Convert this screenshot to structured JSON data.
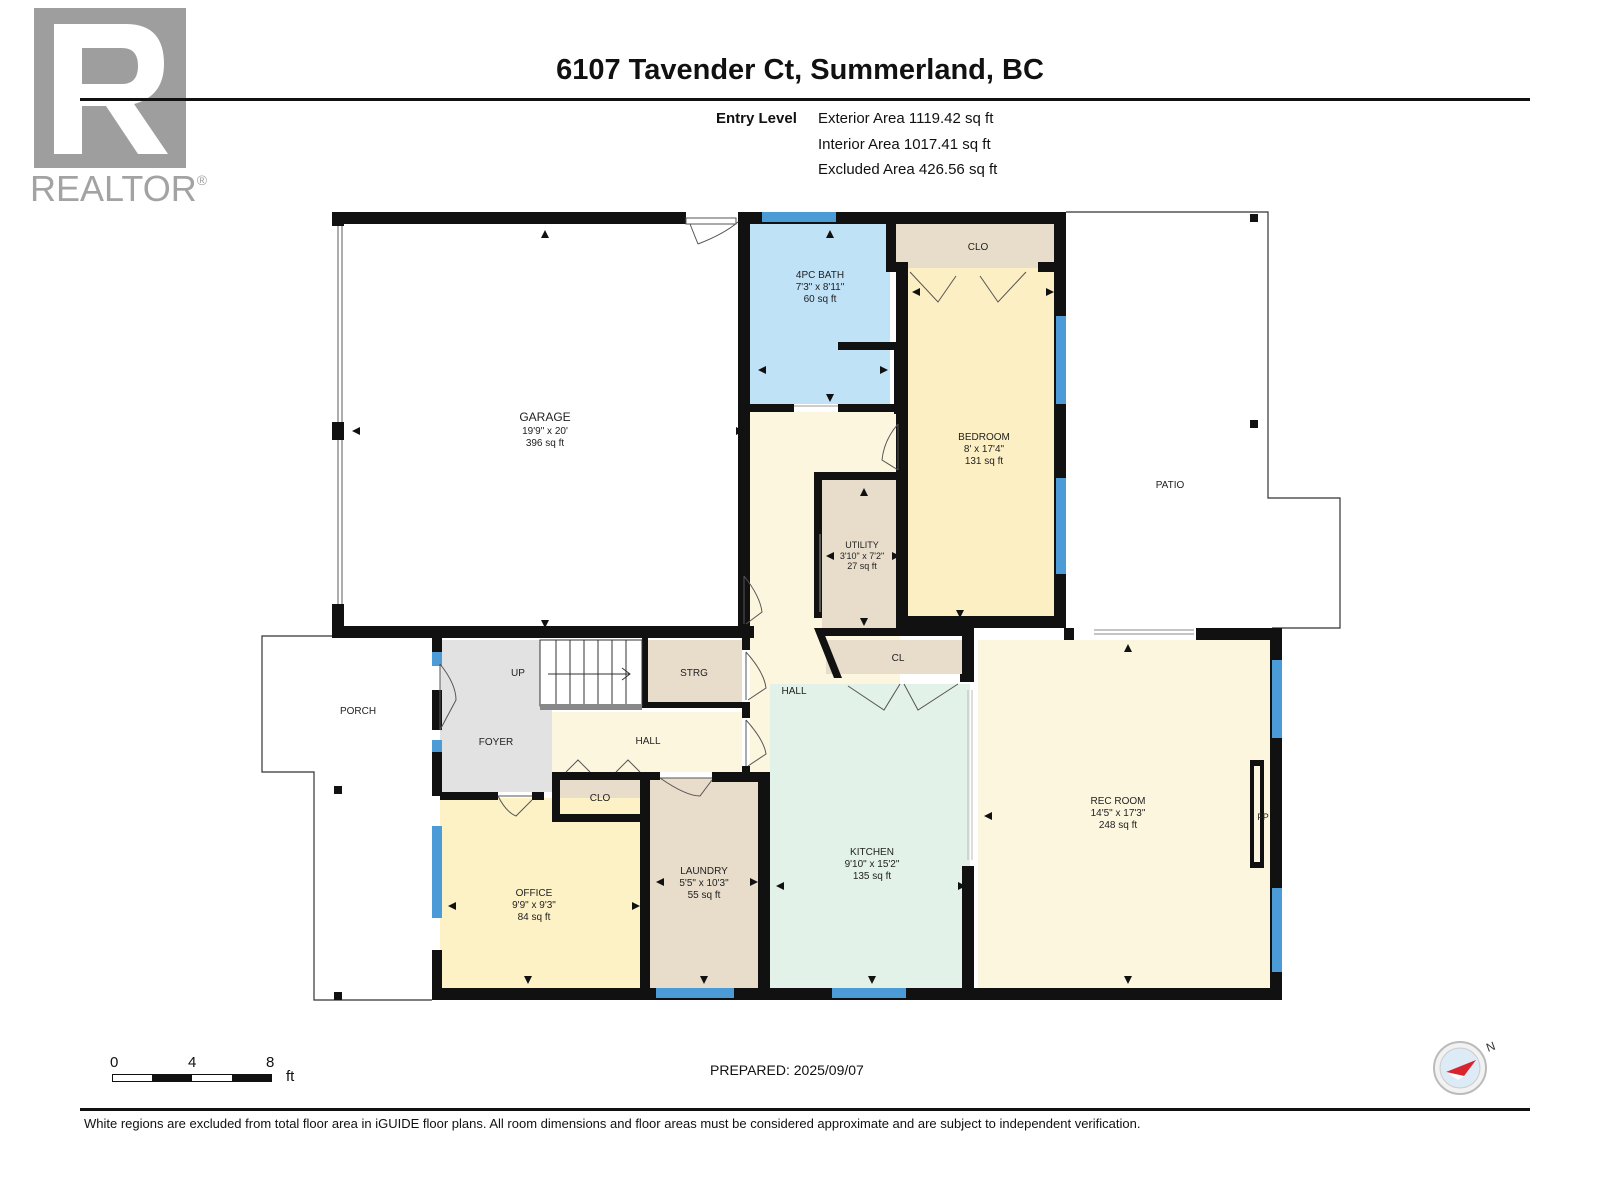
{
  "logo": {
    "text": "REALTOR",
    "mark": "®",
    "icon": "realtor-r-logo"
  },
  "title": "6107 Tavender Ct, Summerland, BC",
  "areas": {
    "level_label": "Entry Level",
    "exterior": "Exterior Area 1119.42 sq ft",
    "interior": "Interior Area 1017.41 sq ft",
    "excluded": "Excluded Area 426.56 sq ft"
  },
  "rooms": {
    "garage": {
      "name": "GARAGE",
      "dims": "19'9\" x 20'",
      "area": "396 sq ft"
    },
    "bath": {
      "name": "4PC BATH",
      "dims": "7'3\" x 8'11\"",
      "area": "60 sq ft"
    },
    "clo_top": {
      "name": "CLO"
    },
    "bedroom": {
      "name": "BEDROOM",
      "dims": "8' x 17'4\"",
      "area": "131 sq ft"
    },
    "patio": {
      "name": "PATIO"
    },
    "utility": {
      "name": "UTILITY",
      "dims": "3'10\" x 7'2\"",
      "area": "27 sq ft"
    },
    "porch": {
      "name": "PORCH"
    },
    "up": {
      "name": "UP"
    },
    "strg": {
      "name": "STRG"
    },
    "hall_v": {
      "name": "HALL"
    },
    "cl": {
      "name": "CL"
    },
    "foyer": {
      "name": "FOYER"
    },
    "hall_h": {
      "name": "HALL"
    },
    "clo_mid": {
      "name": "CLO"
    },
    "office": {
      "name": "OFFICE",
      "dims": "9'9\" x 9'3\"",
      "area": "84 sq ft"
    },
    "laundry": {
      "name": "LAUNDRY",
      "dims": "5'5\" x 10'3\"",
      "area": "55 sq ft"
    },
    "kitchen": {
      "name": "KITCHEN",
      "dims": "9'10\" x 15'2\"",
      "area": "135 sq ft"
    },
    "rec": {
      "name": "REC ROOM",
      "dims": "14'5\" x 17'3\"",
      "area": "248 sq ft"
    },
    "fp": {
      "name": "FP"
    }
  },
  "scale": {
    "ticks": [
      "0",
      "4",
      "8"
    ],
    "unit": "ft"
  },
  "prepared": "PREPARED: 2025/09/07",
  "compass": {
    "label": "N",
    "icon": "north-arrow-icon"
  },
  "disclaimer": "White regions are excluded from total floor area in iGUIDE floor plans. All room dimensions and floor areas must be considered approximate and are subject to independent verification.",
  "colors": {
    "bath": "#bfe2f7",
    "bedroom": "#fdefc4",
    "clo": "#e8dccb",
    "hall": "#fdf6df",
    "foyer": "#e2e2e2",
    "office": "#fdf1c6",
    "laundry": "#e8dccb",
    "kitchen": "#e3f2e8",
    "rec": "#fdf6df",
    "window": "#4a9bd6",
    "wall": "#111111"
  }
}
